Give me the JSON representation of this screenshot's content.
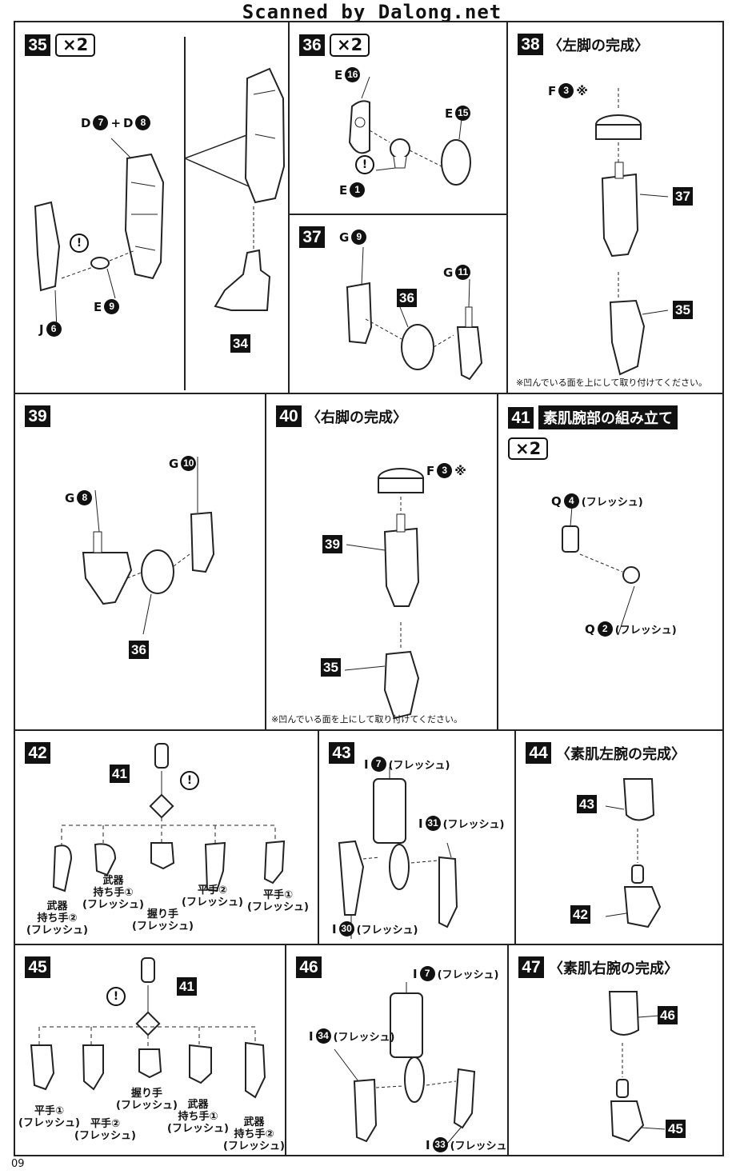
{
  "watermark": "Scanned by Dalong.net",
  "page_number": "09",
  "symbols": {
    "times2": "×2",
    "caution": "!",
    "plus": "+",
    "asterisk": "※",
    "gate": "I"
  },
  "note_text": "※凹んでいる面を上にして取り付けてください。",
  "steps": {
    "s35": {
      "num": "35",
      "labels": {
        "d7": "D",
        "d7n": "7",
        "plus": "+",
        "d8": "D",
        "d8n": "8",
        "e9": "E",
        "e9n": "9",
        "j6": "J",
        "j6n": "6",
        "ref": "34"
      }
    },
    "s36": {
      "num": "36",
      "labels": {
        "e16": "E",
        "e16n": "16",
        "e15": "E",
        "e15n": "15",
        "e1": "E",
        "e1n": "1"
      }
    },
    "s37": {
      "num": "37",
      "labels": {
        "g9": "G",
        "g9n": "9",
        "g11": "G",
        "g11n": "11",
        "ref": "36"
      }
    },
    "s38": {
      "num": "38",
      "title": "〈左脚の完成〉",
      "labels": {
        "f3": "F",
        "f3n": "3",
        "ref1": "37",
        "ref2": "35"
      }
    },
    "s39": {
      "num": "39",
      "labels": {
        "g8": "G",
        "g8n": "8",
        "g10": "G",
        "g10n": "10",
        "ref": "36"
      }
    },
    "s40": {
      "num": "40",
      "title": "〈右脚の完成〉",
      "labels": {
        "f3": "F",
        "f3n": "3",
        "ref1": "39",
        "ref2": "35"
      }
    },
    "s41": {
      "num": "41",
      "title": "素肌腕部の組み立て",
      "labels": {
        "q4": "Q",
        "q4n": "4",
        "q4c": "(フレッシュ)",
        "q2": "Q",
        "q2n": "2",
        "q2c": "(フレッシュ)"
      }
    },
    "s42": {
      "num": "42",
      "ref": "41",
      "hands": [
        "武器\n持ち手②\n(フレッシュ)",
        "武器\n持ち手①\n(フレッシュ)",
        "握り手\n(フレッシュ)",
        "平手②\n(フレッシュ)",
        "平手①\n(フレッシュ)"
      ]
    },
    "s43": {
      "num": "43",
      "labels": {
        "i7n": "7",
        "i7c": "(フレッシュ)",
        "i31n": "31",
        "i31c": "(フレッシュ)",
        "i30n": "30",
        "i30c": "(フレッシュ)"
      }
    },
    "s44": {
      "num": "44",
      "title": "〈素肌左腕の完成〉",
      "labels": {
        "ref1": "43",
        "ref2": "42"
      }
    },
    "s45": {
      "num": "45",
      "ref": "41",
      "hands": [
        "平手①\n(フレッシュ)",
        "平手②\n(フレッシュ)",
        "握り手\n(フレッシュ)",
        "武器\n持ち手①\n(フレッシュ)",
        "武器\n持ち手②\n(フレッシュ)"
      ]
    },
    "s46": {
      "num": "46",
      "labels": {
        "i7n": "7",
        "i7c": "(フレッシュ)",
        "i34n": "34",
        "i34c": "(フレッシュ)",
        "i33n": "33",
        "i33c": "(フレッシュ)"
      }
    },
    "s47": {
      "num": "47",
      "title": "〈素肌右腕の完成〉",
      "labels": {
        "ref1": "46",
        "ref2": "45"
      }
    }
  }
}
